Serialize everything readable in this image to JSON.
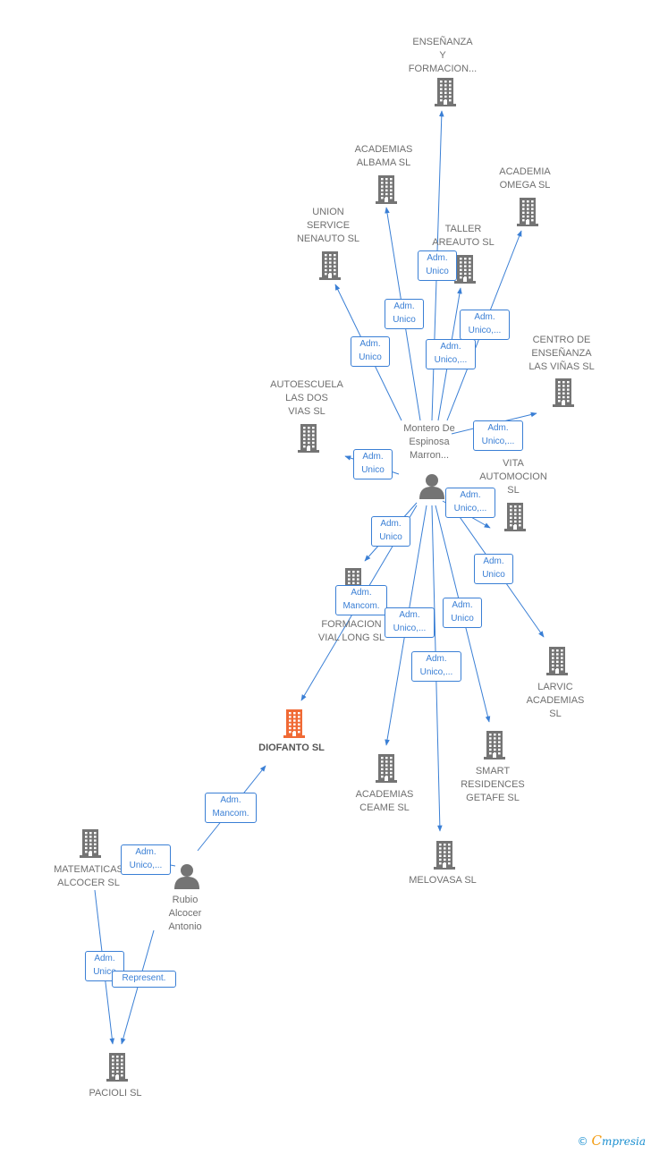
{
  "colors": {
    "building": "#747474",
    "focus": "#f06a35",
    "edge": "#3a7fd5",
    "person": "#747474"
  },
  "nodes": [
    {
      "id": "ensenanza",
      "type": "company",
      "label": "ENSEÑANZA\nY\nFORMACION..."
    },
    {
      "id": "albama",
      "type": "company",
      "label": "ACADEMIAS\nALBAMA SL"
    },
    {
      "id": "omega",
      "type": "company",
      "label": "ACADEMIA\nOMEGA SL"
    },
    {
      "id": "union",
      "type": "company",
      "label": "UNION\nSERVICE\nNENAUTO SL"
    },
    {
      "id": "taller",
      "type": "company",
      "label": "TALLER\nAREAUTO  SL"
    },
    {
      "id": "vinas",
      "type": "company",
      "label": "CENTRO DE\nENSEÑANZA\nLAS VIÑAS  SL"
    },
    {
      "id": "autoescuela",
      "type": "company",
      "label": "AUTOESCUELA\nLAS DOS\nVIAS  SL"
    },
    {
      "id": "montero",
      "type": "person",
      "label": "Montero De\nEspinosa\nMarron..."
    },
    {
      "id": "vita",
      "type": "company",
      "label": "VITA\nAUTOMOCION\nSL"
    },
    {
      "id": "formacion",
      "type": "company",
      "label": "CE...\nFORMACION\nVIAL LONG SL"
    },
    {
      "id": "larvic",
      "type": "company",
      "label": "LARVIC\nACADEMIAS\nSL"
    },
    {
      "id": "diofanto",
      "type": "focus",
      "label": "DIOFANTO  SL"
    },
    {
      "id": "smart",
      "type": "company",
      "label": "SMART\nRESIDENCES\nGETAFE  SL"
    },
    {
      "id": "ceame",
      "type": "company",
      "label": "ACADEMIAS\nCEAME  SL"
    },
    {
      "id": "melovasa",
      "type": "company",
      "label": "MELOVASA  SL"
    },
    {
      "id": "matematicas",
      "type": "company",
      "label": "MATEMATICAS\nALCOCER  SL"
    },
    {
      "id": "rubio",
      "type": "person",
      "label": "Rubio\nAlcocer\nAntonio"
    },
    {
      "id": "pacioli",
      "type": "company",
      "label": "PACIOLI  SL"
    }
  ],
  "edges": [
    {
      "from": "montero",
      "to": "ensenanza",
      "label": "Adm.\nUnico"
    },
    {
      "from": "montero",
      "to": "albama",
      "label": "Adm.\nUnico"
    },
    {
      "from": "montero",
      "to": "union",
      "label": "Adm.\nUnico"
    },
    {
      "from": "montero",
      "to": "taller",
      "label": "Adm.\nUnico,..."
    },
    {
      "from": "montero",
      "to": "omega",
      "label": "Adm.\nUnico,..."
    },
    {
      "from": "montero",
      "to": "vinas",
      "label": "Adm.\nUnico,..."
    },
    {
      "from": "montero",
      "to": "autoescuela",
      "label": "Adm.\nUnico"
    },
    {
      "from": "montero",
      "to": "vita",
      "label": "Adm.\nUnico,..."
    },
    {
      "from": "montero",
      "to": "formacion",
      "label": "Adm.\nUnico"
    },
    {
      "from": "montero",
      "to": "larvic",
      "label": "Adm.\nUnico"
    },
    {
      "from": "montero",
      "to": "diofanto",
      "label": "Adm.\nMancom."
    },
    {
      "from": "montero",
      "to": "ceame",
      "label": "Adm.\nUnico,..."
    },
    {
      "from": "montero",
      "to": "smart",
      "label": "Adm.\nUnico"
    },
    {
      "from": "montero",
      "to": "melovasa",
      "label": "Adm.\nUnico,..."
    },
    {
      "from": "rubio",
      "to": "diofanto",
      "label": "Adm.\nMancom."
    },
    {
      "from": "rubio",
      "to": "matematicas",
      "label": "Adm.\nUnico,..."
    },
    {
      "from": "matematicas",
      "to": "pacioli",
      "label": "Adm.\nUnico"
    },
    {
      "from": "rubio",
      "to": "pacioli",
      "label": "Represent."
    }
  ],
  "watermark": {
    "copyright": "©",
    "brand_initial": "C",
    "brand_rest": "mpresia"
  }
}
